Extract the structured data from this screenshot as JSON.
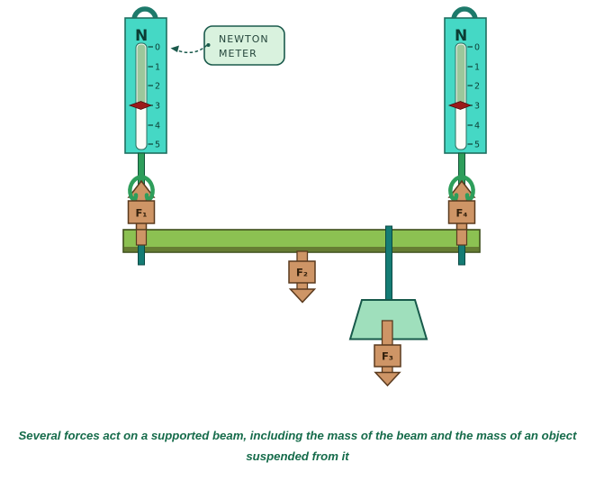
{
  "figure": {
    "meter_unit": "N",
    "meter_scale": [
      "0",
      "1",
      "2",
      "3",
      "4",
      "5"
    ],
    "meter_reading": "3",
    "callout": {
      "line1": "NEWTON",
      "line2": "METER"
    },
    "forces": {
      "f1": "F₁",
      "f2": "F₂",
      "f3": "F₃",
      "f4": "F₄"
    },
    "caption_line1": "Several forces act on a supported beam, including the mass of the beam and the mass of an object",
    "caption_line2": "suspended from it",
    "colors": {
      "meter_body": "#45d8c5",
      "meter_ring": "#1d7a6b",
      "tube_fill_green": "#9cc79b",
      "pointer_red": "#9c1a1a",
      "beam_green": "#8cc152",
      "beam_shadow": "#667c33",
      "force_tan": "#ce9566",
      "tan_outline": "#5a3a1e",
      "rod_green": "#2e9e5b",
      "rod_teal": "#157c74",
      "mass_mint": "#9fdfbc",
      "callout_fill": "#d9f2de",
      "outline_dark": "#1b5a4c",
      "caption_green": "#156b4a"
    }
  }
}
